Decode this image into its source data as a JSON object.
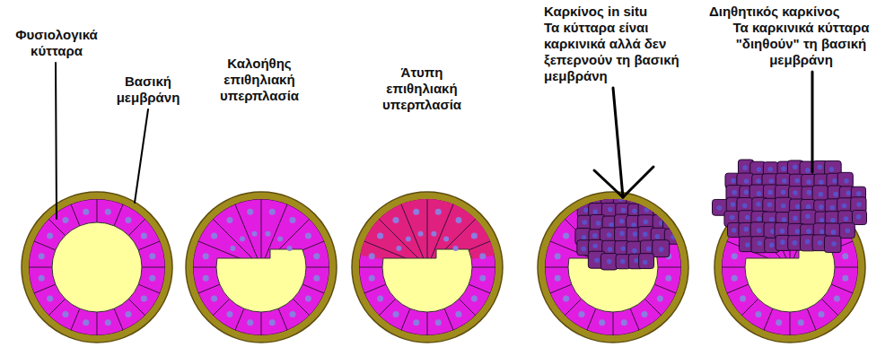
{
  "diagram": {
    "labels": [
      "Φυσιολογικά κύτταρα",
      "Βασική μεμβράνη",
      "Καλοήθης επιθηλιακή υπερπλασία",
      "Άτυπη επιθηλιακή υπερπλασία",
      "Καρκίνος in situ",
      "Τα κύτταρα είναι καρκινικά αλλά δεν ξεπερνούν τη βασική μεμβράνη",
      "Διηθητικός καρκίνος",
      "Τα καρκινικά κύτταρα \"διηθούν\" τη βασική μεμβράνη"
    ]
  }
}
